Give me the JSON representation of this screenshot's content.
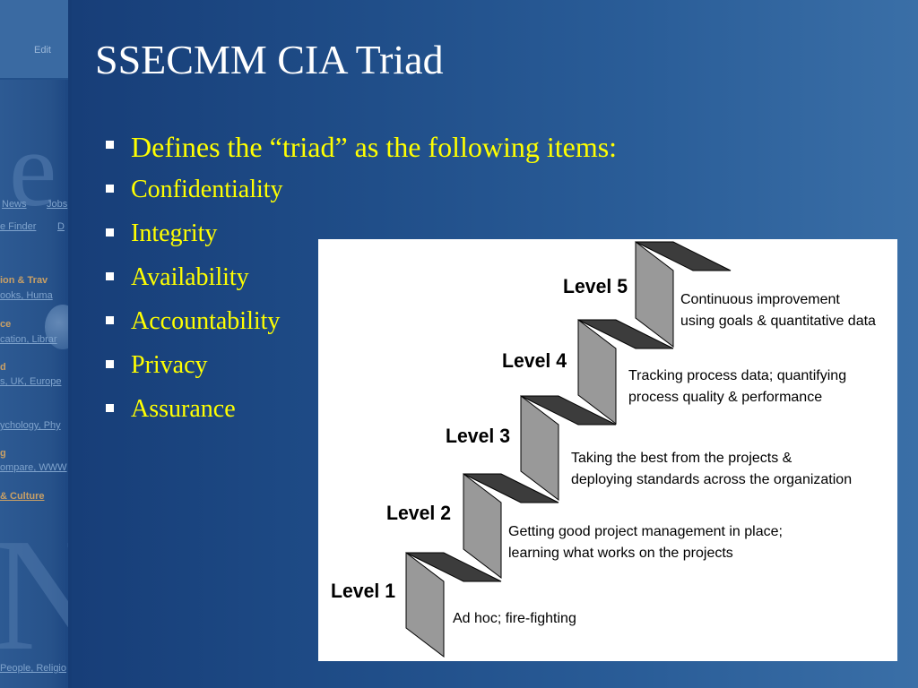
{
  "slide": {
    "title": "SSECMM CIA Triad",
    "bullets": [
      "Defines the “triad” as the following items:",
      "Confidentiality",
      "Integrity",
      "Availability",
      "Accountability",
      "Privacy",
      "Assurance"
    ]
  },
  "background_ghost": {
    "toolbar_label": "Edit",
    "links": [
      "News",
      "Jobs",
      "e Finder",
      "D",
      "ion & Trav",
      "ooks, Huma",
      "ce",
      "cation, Librar",
      "d",
      "s, UK, Europe",
      "ychology, Phy",
      "g",
      "ompare, WWW",
      "& Culture",
      "People, Religio"
    ]
  },
  "maturity_diagram": {
    "levels": [
      {
        "label": "Level 1",
        "description": "Ad hoc; fire-fighting"
      },
      {
        "label": "Level 2",
        "description": "Getting good project management in place; learning what works on the projects"
      },
      {
        "label": "Level 3",
        "description": "Taking the best from the projects & deploying standards across the organization"
      },
      {
        "label": "Level 4",
        "description": "Tracking process data; quantifying process quality & performance"
      },
      {
        "label": "Level 5",
        "description": "Continuous improvement using goals & quantitative data"
      }
    ],
    "colors": {
      "riser": "#999999",
      "tread": "#3c3c3c",
      "outline": "#000000"
    }
  }
}
